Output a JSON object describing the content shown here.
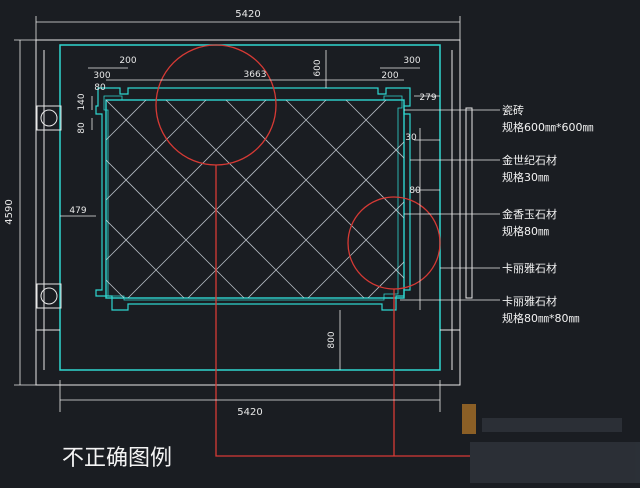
{
  "dimensions": {
    "top_width": "5420",
    "bottom_width": "5420",
    "height": "4590",
    "left_offset": "479",
    "inner_width": "3663",
    "top_300_left": "300",
    "top_200_left": "200",
    "top_600": "600",
    "top_300_right": "300",
    "top_200_right": "200",
    "small_140": "140",
    "small_80_a": "80",
    "small_80_b": "80",
    "right_279": "279",
    "right_30": "30",
    "right_80": "80",
    "bottom_800": "800"
  },
  "legend": [
    {
      "line1": "瓷砖",
      "line2": "规格600㎜*600㎜"
    },
    {
      "line1": "金世纪石材",
      "line2": "规格30㎜"
    },
    {
      "line1": "金香玉石材",
      "line2": "规格80㎜"
    },
    {
      "line1": "卡丽雅石材",
      "line2": ""
    },
    {
      "line1": "卡丽雅石材",
      "line2": "规格80㎜*80㎜"
    }
  ],
  "caption": "不正确图例",
  "colors": {
    "background": "#1a1d22",
    "cyan": "#2fd6d0",
    "white": "#e8e8e8",
    "red": "#d63a35",
    "watermark_orange": "#e8962a"
  }
}
